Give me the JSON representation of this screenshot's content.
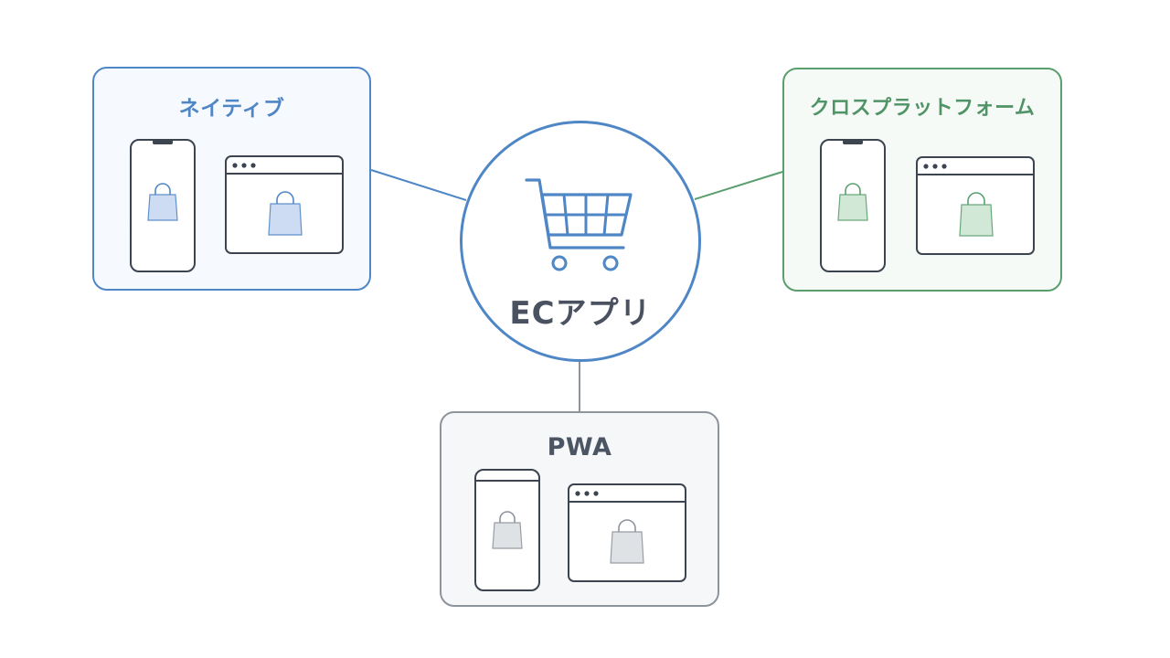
{
  "center": {
    "label": "ECアプリ",
    "icon": "shopping-cart-icon"
  },
  "approaches": [
    {
      "id": "native",
      "title": "ネイティブ",
      "color": "#4f86c6",
      "bag_fill": "#c9d9f2"
    },
    {
      "id": "cross",
      "title": "クロスプラットフォーム",
      "color": "#5a9e6e",
      "bag_fill": "#cde6d3"
    },
    {
      "id": "pwa",
      "title": "PWA",
      "color": "#8d949c",
      "bag_fill": "#dcdfe3"
    }
  ],
  "colors": {
    "outline": "#3c4450",
    "native_line": "#4f86c6",
    "cross_line": "#5a9e6e",
    "pwa_line": "#8d949c"
  }
}
